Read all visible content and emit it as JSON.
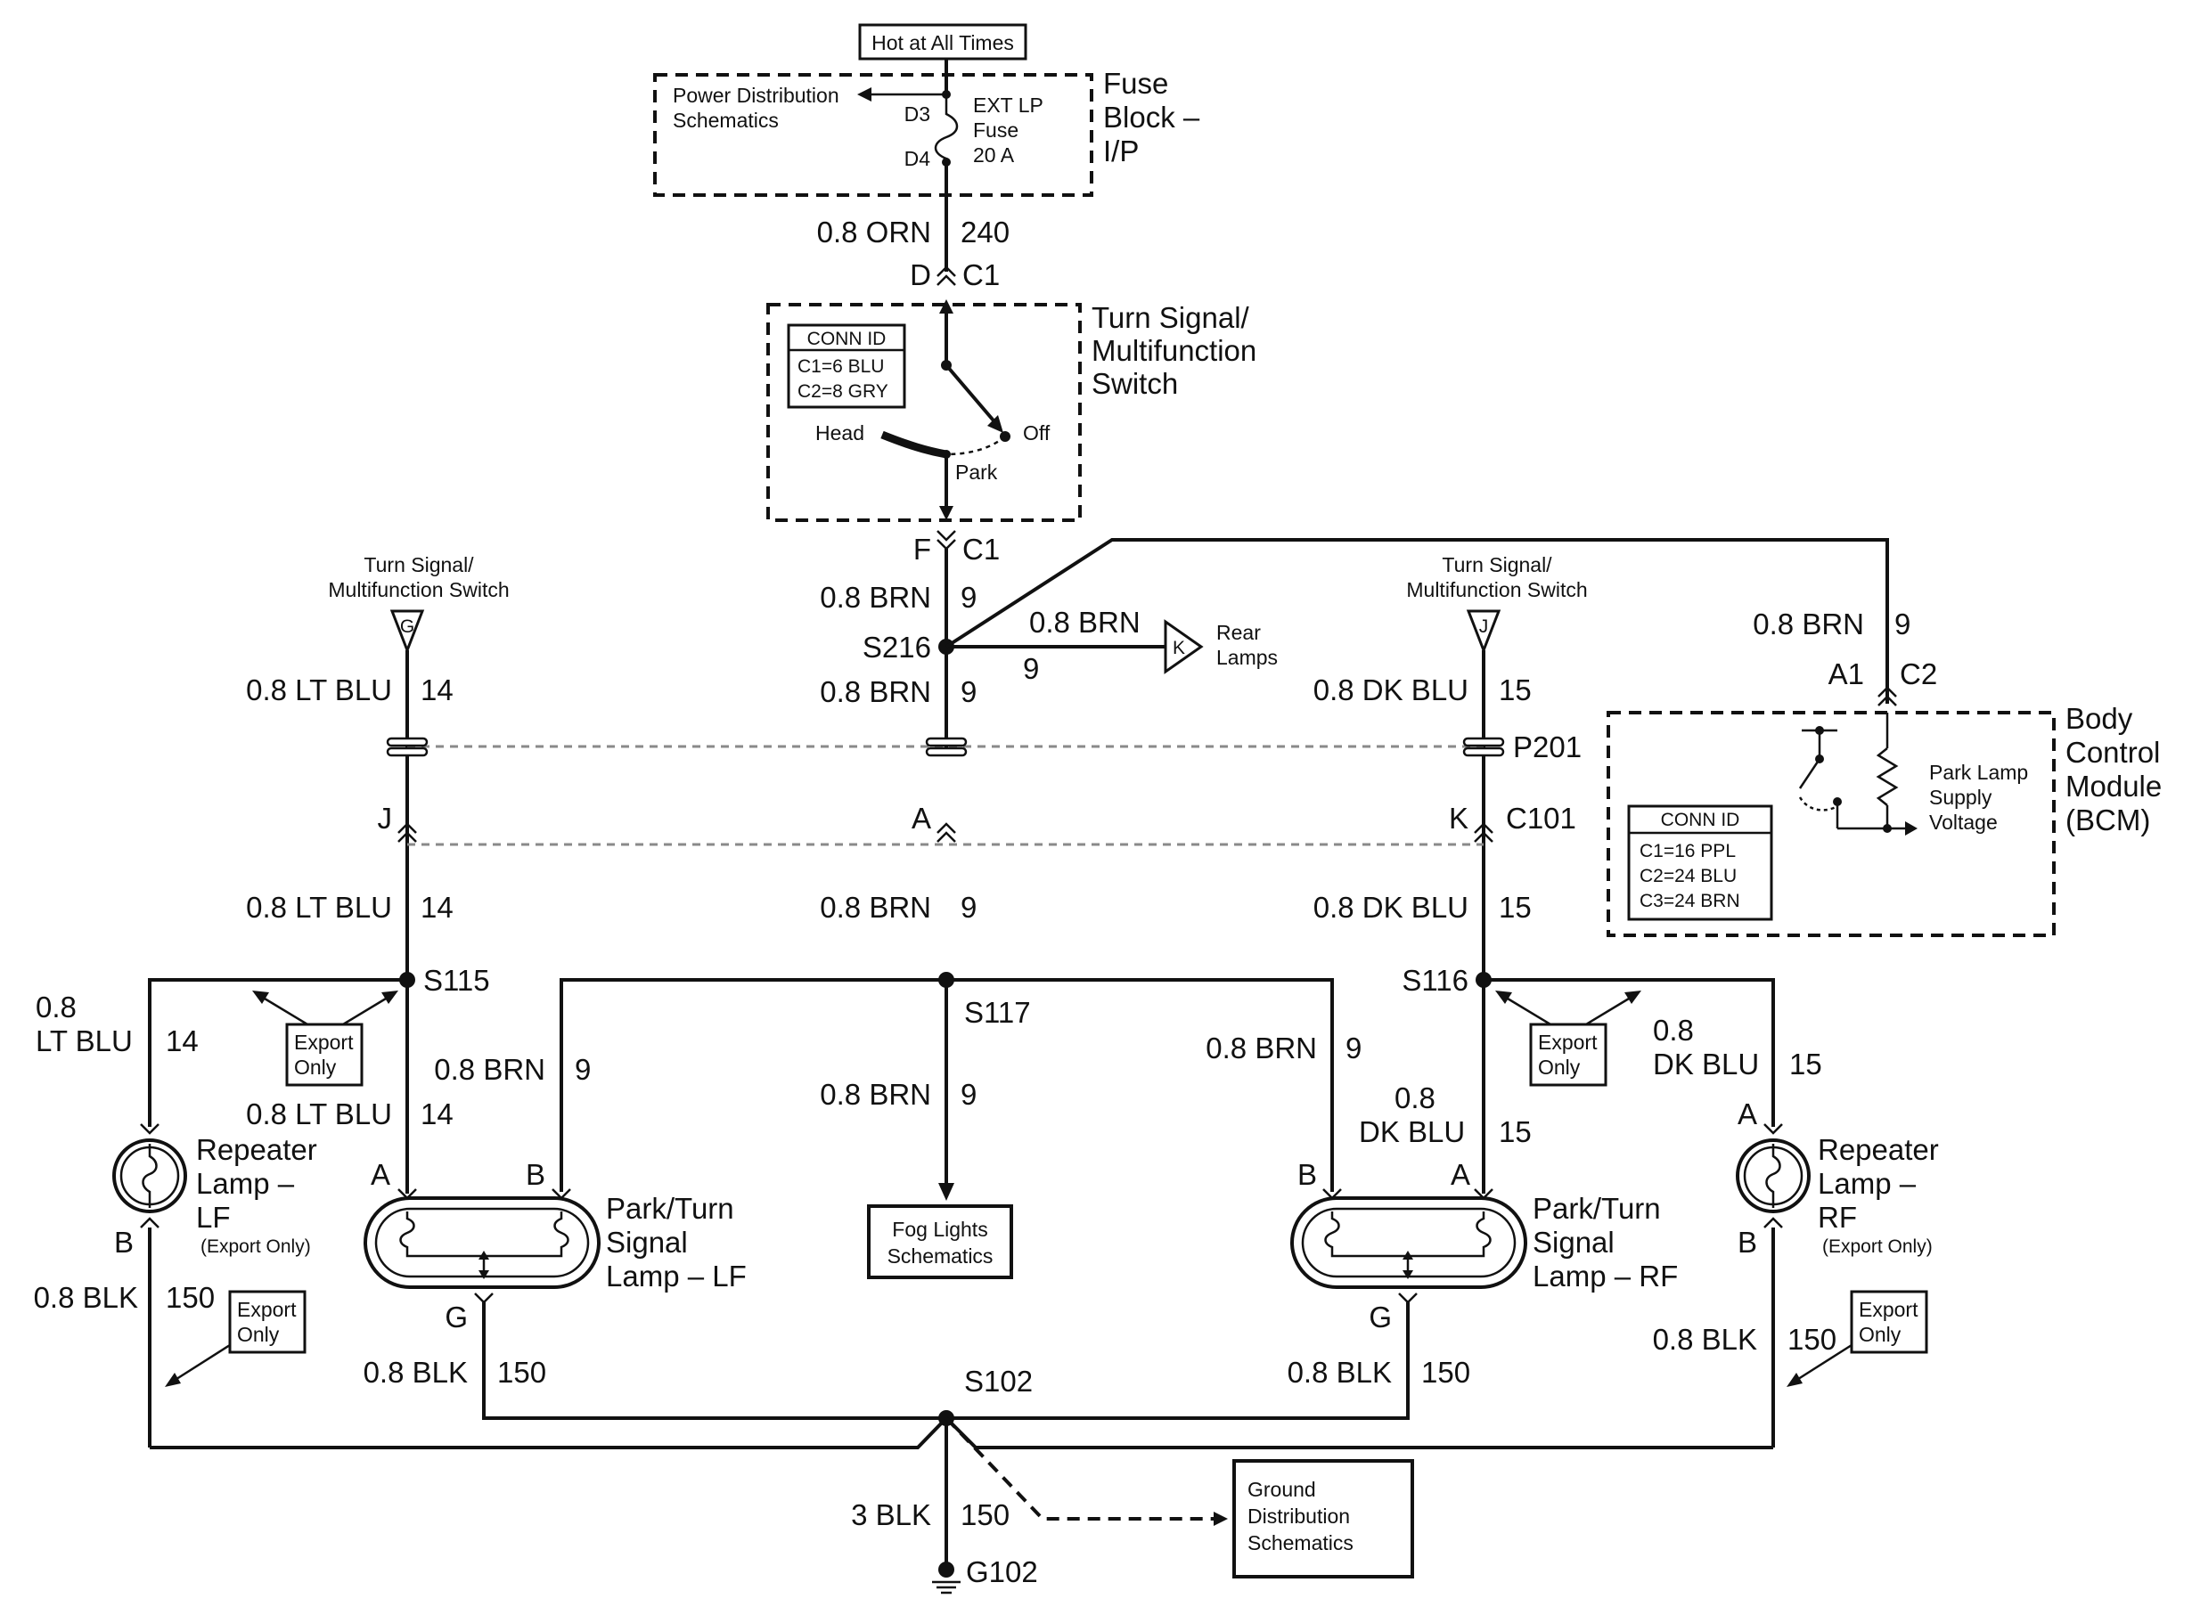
{
  "header": {
    "hot_label": "Hot at All Times"
  },
  "fuse_block": {
    "name_lines": [
      "Fuse",
      "Block –",
      "I/P"
    ],
    "power_dist_lines": [
      "Power Distribution",
      "Schematics"
    ],
    "d3": "D3",
    "d4": "D4",
    "fuse_lines": [
      "EXT LP",
      "Fuse",
      "20 A"
    ]
  },
  "top_wire": {
    "size_color": "0.8 ORN",
    "circuit": "240"
  },
  "switch": {
    "connector_pin_top": "D",
    "connector_top": "C1",
    "name_lines": [
      "Turn Signal/",
      "Multifunction",
      "Switch"
    ],
    "conn_id": {
      "title": "CONN ID",
      "rows": [
        "C1=6 BLU",
        "C2=8 GRY"
      ]
    },
    "pos_head": "Head",
    "pos_off": "Off",
    "pos_park": "Park",
    "connector_pin_bottom": "F",
    "connector_bottom": "C1"
  },
  "center": {
    "wire1": "0.8 BRN",
    "circ1": "9",
    "splice": "S216",
    "wire2": "0.8 BRN",
    "circ2": "9",
    "rear_wire": "0.8 BRN",
    "rear_circ": "9",
    "rear_tag": "K",
    "rear_lines": [
      "Rear",
      "Lamps"
    ],
    "pin_a": "A",
    "wire3": "0.8 BRN",
    "circ3": "9",
    "splice2": "S117",
    "wire4": "0.8 BRN",
    "circ4": "9",
    "fog_lines": [
      "Fog Lights",
      "Schematics"
    ]
  },
  "left_switch": {
    "lines": [
      "Turn Signal/",
      "Multifunction Switch"
    ],
    "tag": "G"
  },
  "right_switch": {
    "lines": [
      "Turn Signal/",
      "Multifunction Switch"
    ],
    "tag": "J"
  },
  "left": {
    "wire1": "0.8 LT BLU",
    "circ1": "14",
    "pin": "J",
    "wire2": "0.8 LT BLU",
    "circ2": "14",
    "splice": "S115",
    "rep_wire_lines": [
      "0.8",
      "LT BLU"
    ],
    "rep_circ": "14",
    "export1": [
      "Export",
      "Only"
    ],
    "brn_wire": "0.8 BRN",
    "brn_circ": "9",
    "wire3": "0.8 LT BLU",
    "circ3": "14",
    "pin_a": "A",
    "pin_b": "B",
    "repeater_lines": [
      "Repeater",
      "Lamp –",
      "LF"
    ],
    "repeater_note": "(Export Only)",
    "rep_pin_b": "B",
    "park_lines": [
      "Park/Turn",
      "Signal",
      "Lamp – LF"
    ],
    "pin_g": "G",
    "blk_wire": "0.8 BLK",
    "blk_circ": "150",
    "export2": [
      "Export",
      "Only"
    ],
    "gnd_wire": "0.8 BLK",
    "gnd_circ": "150"
  },
  "right": {
    "wire1": "0.8 DK BLU",
    "circ1": "15",
    "p201": "P201",
    "pin": "K",
    "c101": "C101",
    "wire2": "0.8 DK BLU",
    "circ2": "15",
    "splice": "S116",
    "export1": [
      "Export",
      "Only"
    ],
    "rep_wire_lines": [
      "0.8",
      "DK BLU"
    ],
    "rep_circ": "15",
    "brn_wire": "0.8 BRN",
    "brn_circ": "9",
    "wire3_lines": [
      "0.8",
      "DK BLU"
    ],
    "circ3": "15",
    "rep_pin_a": "A",
    "pin_b": "B",
    "pin_a": "A",
    "repeater_lines": [
      "Repeater",
      "Lamp –",
      "RF"
    ],
    "repeater_note": "(Export Only)",
    "rep_pin_b": "B",
    "park_lines": [
      "Park/Turn",
      "Signal",
      "Lamp – RF"
    ],
    "pin_g": "G",
    "blk_wire": "0.8 BLK",
    "blk_circ": "150",
    "export2": [
      "Export",
      "Only"
    ],
    "gnd_wire": "0.8 BLK",
    "gnd_circ": "150"
  },
  "bcm": {
    "wire": "0.8 BRN",
    "circ": "9",
    "pin": "A1",
    "connector": "C2",
    "name_lines": [
      "Body",
      "Control",
      "Module",
      "(BCM)"
    ],
    "supply_lines": [
      "Park Lamp",
      "Supply",
      "Voltage"
    ],
    "conn_id": {
      "title": "CONN ID",
      "rows": [
        "C1=16 PPL",
        "C2=24 BLU",
        "C3=24 BRN"
      ]
    }
  },
  "ground": {
    "splice": "S102",
    "wire": "3 BLK",
    "circ": "150",
    "gnd": "G102",
    "dist_lines": [
      "Ground",
      "Distribution",
      "Schematics"
    ]
  }
}
